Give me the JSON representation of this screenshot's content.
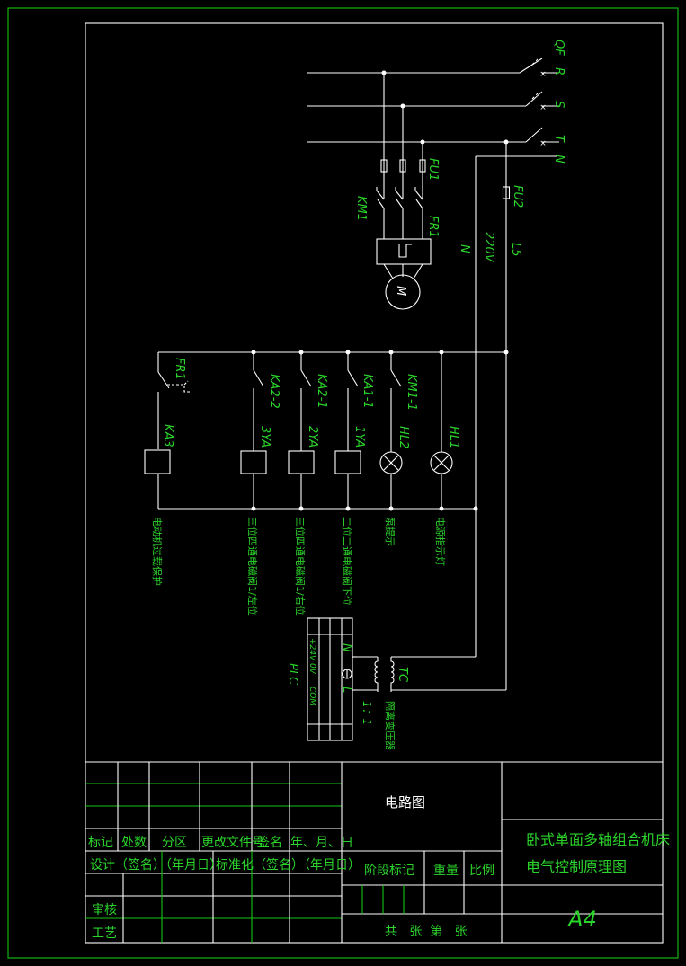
{
  "colors": {
    "background": "#000000",
    "wire": "#ffffff",
    "label": "#2bd42b",
    "frame": "#17c417"
  },
  "labels": {
    "qf": "QF",
    "r": "R",
    "s": "S",
    "t": "T",
    "n_top": "N",
    "fu1": "FU1",
    "fu2": "FU2",
    "km1": "KM1",
    "fr1_top": "FR1",
    "motor": "M",
    "n": "N",
    "v220": "220V",
    "l5": "L5",
    "fr1": "FR1",
    "ka3": "KA3",
    "ka2_2": "KA2-2",
    "ka2_1": "KA2-1",
    "ka1_1": "KA1-1",
    "km1_1": "KM1-1",
    "ya3": "3YA",
    "ya2": "2YA",
    "ya1": "1YA",
    "hl2": "HL2",
    "hl1": "HL1",
    "desc_overload": "电动机过载保护",
    "desc_3ya": "三位四通电磁阀1/左位",
    "desc_2ya": "三位四通电磁阀1/右位",
    "desc_1ya": "二位二通电磁阀下位",
    "desc_hl2": "泵提示",
    "desc_hl1": "电源指示灯",
    "plc": "PLC",
    "plc_24v": "+24V",
    "plc_0v": "0V",
    "plc_com": "COM",
    "plc_n": "N",
    "plc_l": "L",
    "tc": "TC",
    "ratio": "1：1",
    "transformer": "隔离变压器"
  },
  "title_block": {
    "row_labels": [
      "标记",
      "处数",
      "分区",
      "更改文件号",
      "签名",
      "年、月、日"
    ],
    "design": "设计（签名）（年月日）",
    "standard": "标准化（签名）（年月日）",
    "review": "审核",
    "process": "工艺",
    "stage": "阶段标记",
    "weight": "重量",
    "scale": "比例",
    "sheets": "共   张  第   张",
    "drawing_type": "电路图",
    "title_line1": "卧式单面多轴组合机床",
    "title_line2": "电气控制原理图",
    "size": "A4"
  }
}
